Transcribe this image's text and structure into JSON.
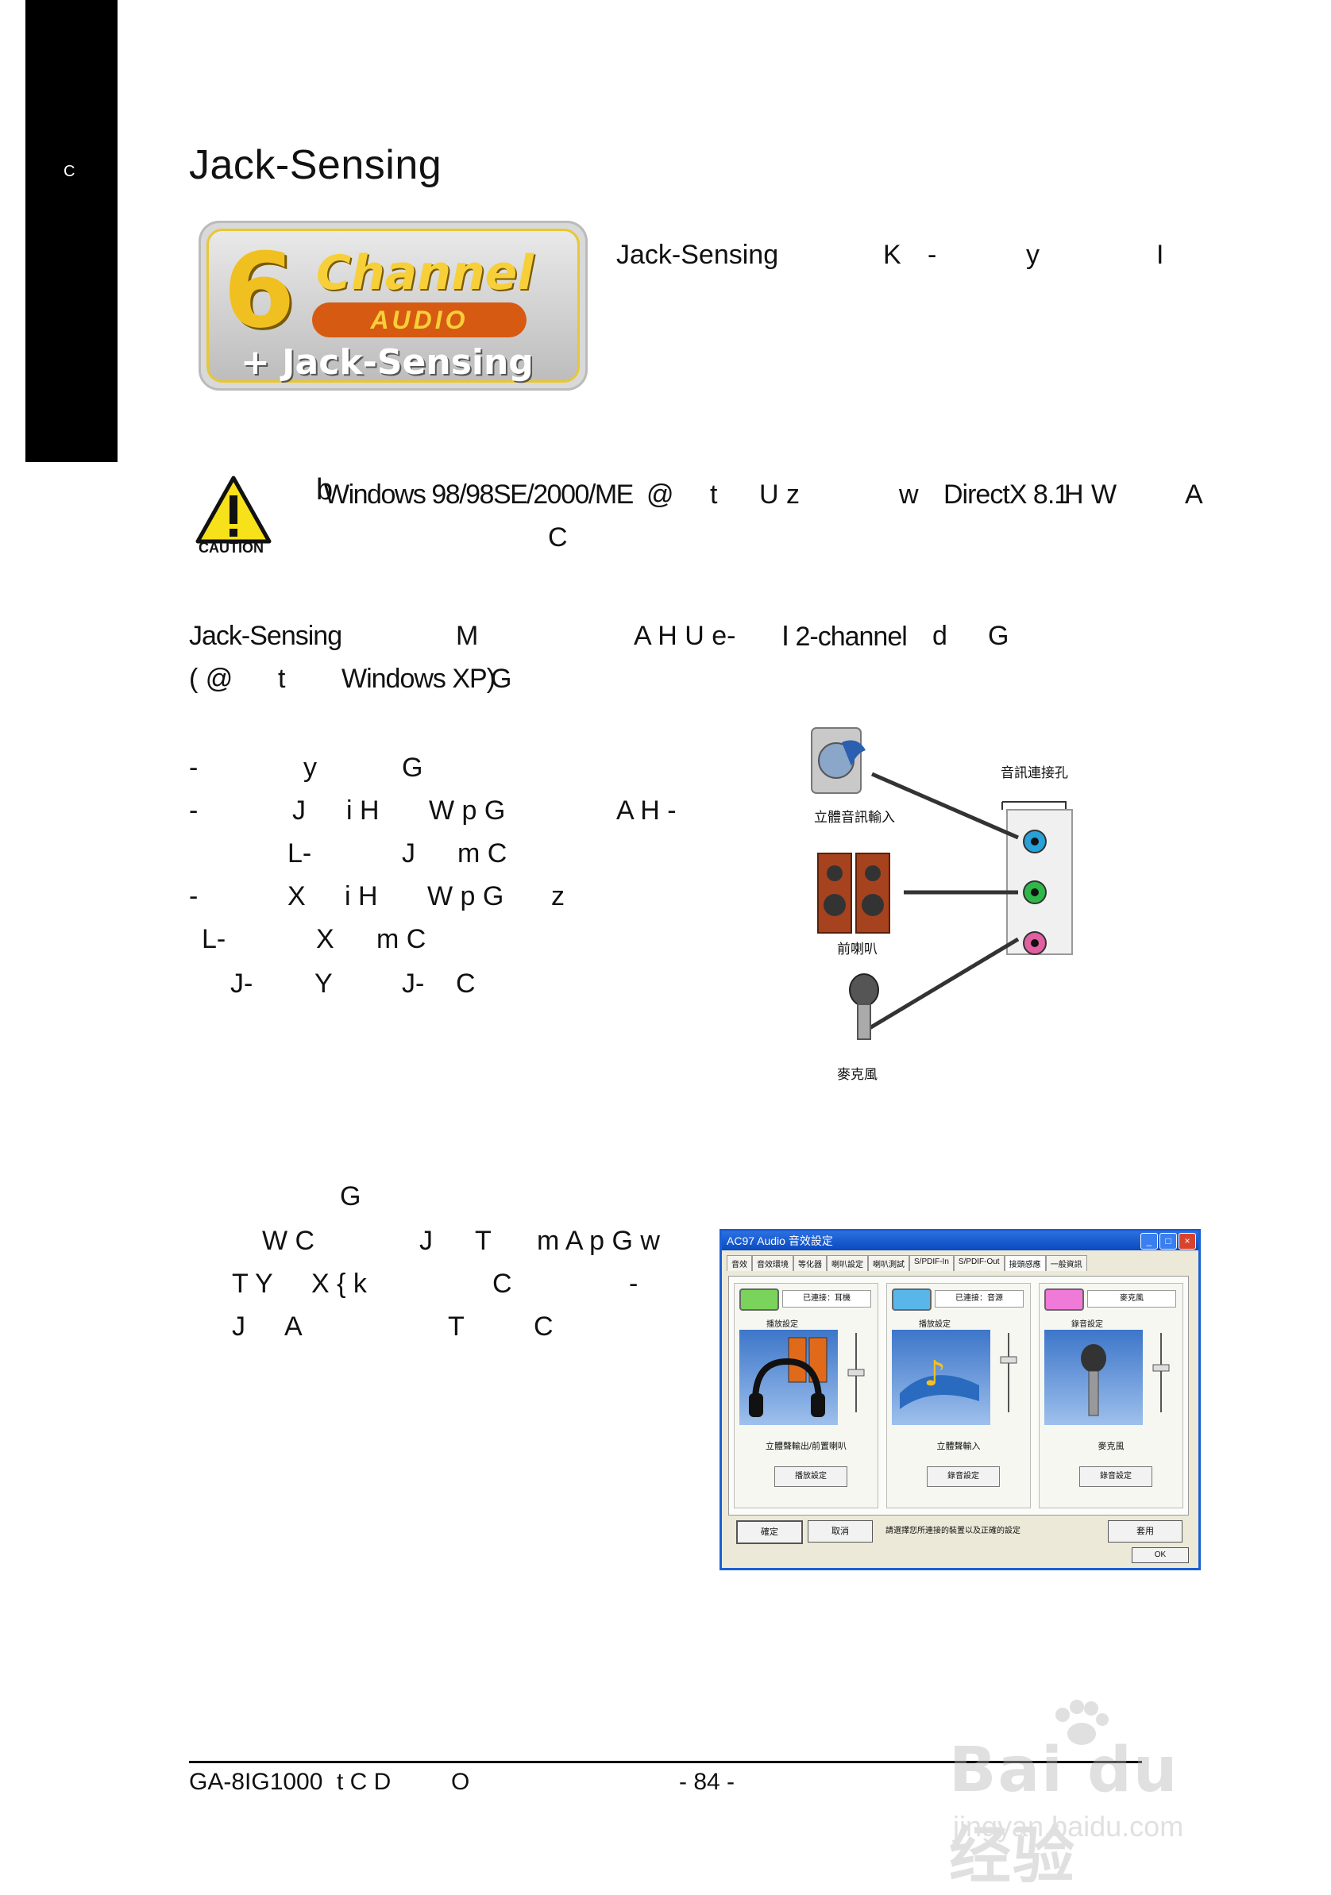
{
  "side_tab": {
    "label": "C"
  },
  "title": "Jack-Sensing",
  "logo": {
    "digit": "6",
    "channel": "Channel",
    "audio": "AUDIO",
    "jack": "+ Jack-Sensing"
  },
  "intro": {
    "segments": [
      "Jack-Sensing",
      "K",
      "-",
      "y",
      "I"
    ]
  },
  "caution": {
    "label": "CAUTION",
    "line1": [
      "b",
      "Windows 98/98SE/2000/ME",
      "@",
      "t",
      "U z",
      "w",
      "DirectX 8.1",
      "H W",
      "A"
    ],
    "line2": "C"
  },
  "para2": {
    "line1": [
      "Jack-Sensing",
      "M",
      "A H U e-",
      "Ⅰ 2-channel",
      "d",
      "G"
    ],
    "line2": [
      "( @",
      "t",
      "Windows XP)",
      "G"
    ]
  },
  "list": {
    "l1": [
      "-",
      "y",
      "G"
    ],
    "l2": [
      "-",
      "J",
      "i H",
      "W p G",
      "A H -"
    ],
    "l3": [
      "L-",
      "J",
      "m C"
    ],
    "l4": [
      "-",
      "X",
      "i H",
      "W p G",
      "z"
    ],
    "l5": [
      "L-",
      "X",
      "m C"
    ],
    "l6": [
      "J-",
      "Y",
      "J-",
      "C"
    ]
  },
  "diagram": {
    "label_jacks": "音訊連接孔",
    "label_linein": "立體音訊輸入",
    "label_speaker": "前喇叭",
    "label_mic": "麥克風"
  },
  "para3": {
    "l1": "G",
    "l2": [
      "W C",
      "J",
      "T",
      "m A p G w"
    ],
    "l3": [
      "T Y",
      "X { k",
      "C",
      "-"
    ],
    "l4": [
      "J",
      "A",
      "T",
      "C"
    ]
  },
  "dialog": {
    "title": "AC97 Audio 音效設定",
    "tabs": [
      "音效",
      "音效環境",
      "等化器",
      "喇叭設定",
      "喇叭測試",
      "S/PDIF-In",
      "S/PDIF-Out",
      "接頭感應",
      "一般資訊"
    ],
    "panels": [
      {
        "cap": "已連接：耳機",
        "sub": "播放設定",
        "name": "立體聲輸出/前置喇叭",
        "btn": "播放設定"
      },
      {
        "cap": "已連接：音源",
        "sub": "播放設定",
        "name": "立體聲輸入",
        "btn": "錄音設定"
      },
      {
        "cap": "麥克風",
        "sub": "錄音設定",
        "name": "麥克風",
        "btn": "錄音設定"
      }
    ],
    "btn_a": "確定",
    "btn_b": "取消",
    "note": "請選擇您所連接的裝置以及正確的設定",
    "btn_c": "套用",
    "ok": "OK"
  },
  "footer": {
    "left": "GA-8IG1000",
    "left2": "t C D",
    "left3": "O",
    "page": "- 84 -"
  },
  "watermark": {
    "main": "Bai du 经验",
    "sub": "jingyan.baidu.com"
  },
  "colors": {
    "tab": "#000000",
    "dialog_border": "#1a5fd4",
    "jack_blue": "#28a0d8",
    "jack_green": "#2fb84a",
    "jack_pink": "#e060a0"
  }
}
